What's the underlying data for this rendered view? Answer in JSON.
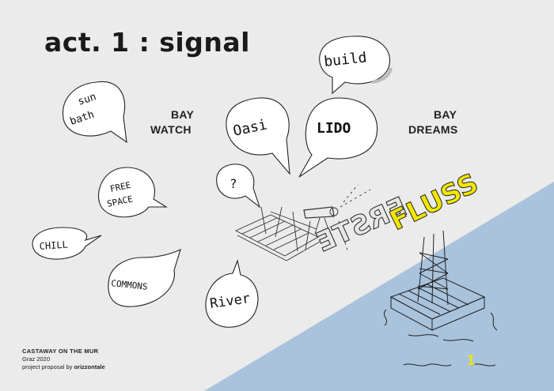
{
  "title": "act. 1 : signal",
  "labels": {
    "bay_watch_1": "BAY",
    "bay_watch_2": "WATCH",
    "bay_dreams_1": "BAY",
    "bay_dreams_2": "DREAMS"
  },
  "bubbles": {
    "sun_1": "sun",
    "sun_2": "bath",
    "free_1": "FREE",
    "free_2": "SPACE",
    "chill": "CHILL",
    "commons": "COMMONS",
    "river": "River",
    "question": "?",
    "oasi": "Oasi",
    "lido": "LIDO",
    "build": "build"
  },
  "sign": {
    "front": "FLUSS",
    "back": "ERSTE"
  },
  "footer": {
    "project": "CASTAWAY ON THE MUR",
    "place_year": "Graz 2020",
    "credit_prefix": "project proposal by ",
    "credit_name": "orizzontale"
  },
  "page_number": "1",
  "colors": {
    "background": "#ebebeb",
    "water": "#a9c3dd",
    "sign_yellow": "#f2e600"
  }
}
